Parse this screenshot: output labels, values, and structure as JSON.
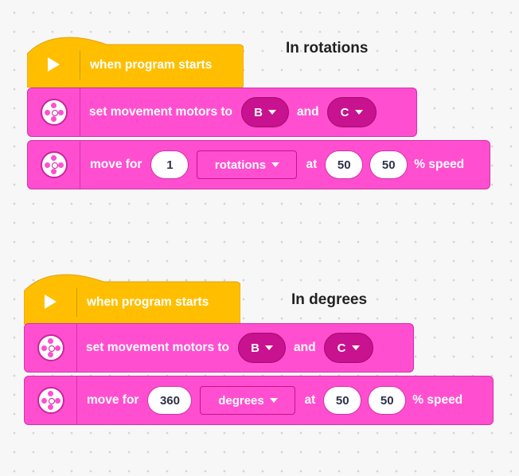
{
  "programs": [
    {
      "note": "In rotations",
      "hat_label": "when program starts",
      "motors_block": {
        "text": "set movement motors to",
        "port1": "B",
        "and_text": "and",
        "port2": "C"
      },
      "move_block": {
        "text": "move for",
        "amount": "1",
        "unit": "rotations",
        "at_text": "at",
        "speed_left": "50",
        "speed_right": "50",
        "speed_text": "% speed"
      }
    },
    {
      "note": "In degrees",
      "hat_label": "when program starts",
      "motors_block": {
        "text": "set movement motors to",
        "port1": "B",
        "and_text": "and",
        "port2": "C"
      },
      "move_block": {
        "text": "move for",
        "amount": "360",
        "unit": "degrees",
        "at_text": "at",
        "speed_left": "50",
        "speed_right": "50",
        "speed_text": "% speed"
      }
    }
  ],
  "colors": {
    "event_block": "#ffbf00",
    "motor_block": "#ff4fd0",
    "dropdown": "#c8128f"
  },
  "icons": {
    "hat": "play-icon",
    "motor": "motor-icon"
  }
}
